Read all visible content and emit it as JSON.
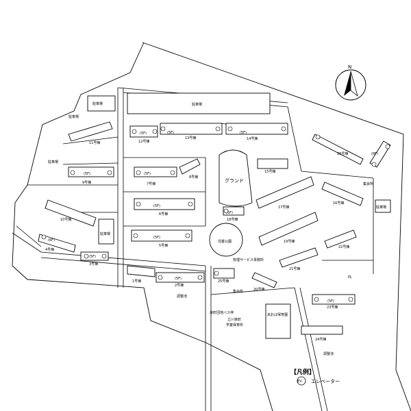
{
  "compass": {
    "north_label": "N"
  },
  "parking": {
    "p1": "駐車場",
    "p2": "駐車場",
    "p3": "駐車場",
    "p4": "駐車場",
    "p5": "駐車場",
    "p6": "駐車場"
  },
  "floors": {
    "five": "(5F)",
    "eight": "(8F)",
    "six": "(6F)"
  },
  "buildings": {
    "b1": "1号棟",
    "b2": "2号棟",
    "b3": "3号棟",
    "b4": "4号棟",
    "b5": "5号棟",
    "b6": "6号棟",
    "b7": "7号棟",
    "b8": "8号棟",
    "b9": "9号棟",
    "b10": "10号棟",
    "b11": "11号棟",
    "b12": "12号棟",
    "b13": "13号棟",
    "b14": "14号棟",
    "b15": "15号棟",
    "b16": "16号棟",
    "b17": "17号棟",
    "b18": "18号棟",
    "b19": "19号棟",
    "b20": "20号棟",
    "b21": "21号棟",
    "b22": "22号棟",
    "b23": "23号棟",
    "b24": "24号棟",
    "b25": "25号棟",
    "b26": "26号棟"
  },
  "facilities": {
    "ground": "グランド",
    "park": "児童公園",
    "mgmt": "管理サービス事務所",
    "hall1": "集会所",
    "hall2": "集会所",
    "pond1": "調整池",
    "pond2": "調整池",
    "bus": "幸町団地バス停",
    "nursery": "あおば保育園",
    "school_1": "立川幸町",
    "school_2": "学童保育所",
    "pl": "PL"
  },
  "legend": {
    "title": "【凡例】",
    "ev_symbol": "EV",
    "ev_label": "エレベーター"
  }
}
